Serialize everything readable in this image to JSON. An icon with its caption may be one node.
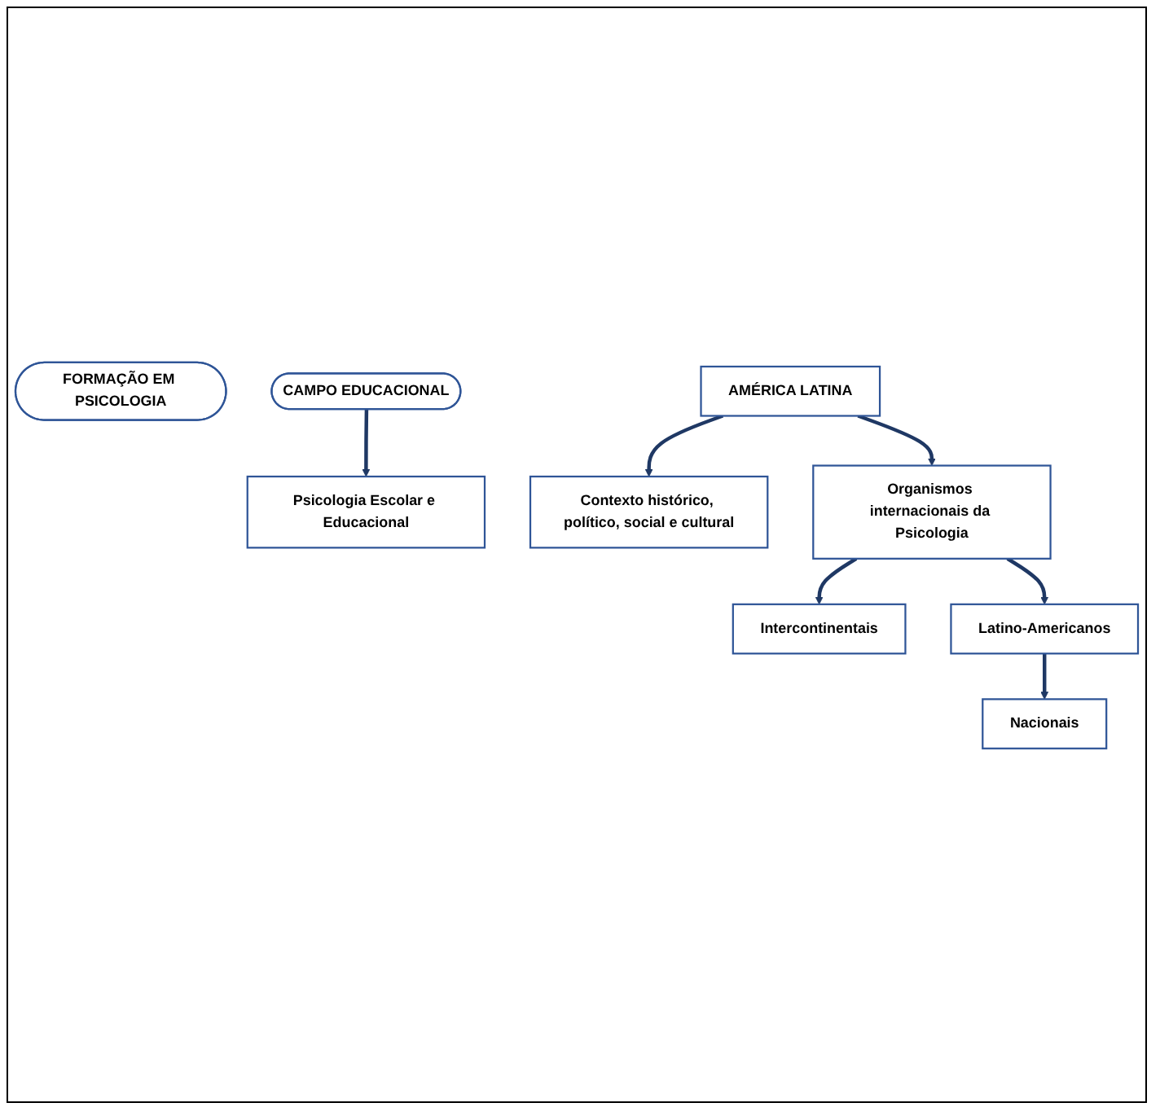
{
  "diagram": {
    "nodes": [
      {
        "text": [
          "FORMAÇÃO EM PSICOLOGIA"
        ]
      },
      {
        "text": [
          "CAMPO EDUCACIONAL"
        ]
      },
      {
        "text": [
          "Psicologia Escolar e Educacional"
        ]
      },
      {
        "text": [
          "AMÉRICA LATINA"
        ]
      },
      {
        "text": [
          "Contexto histórico, político, social e cultural"
        ]
      },
      {
        "text": [
          "Organismos internacionais da Psicologia"
        ]
      },
      {
        "text": [
          "Intercontinentais"
        ]
      },
      {
        "text": [
          "Latino-Americanos"
        ]
      },
      {
        "text": [
          "Nacionais"
        ]
      }
    ],
    "edges": [
      {
        "from": 1,
        "to": 2,
        "arrow": "to"
      },
      {
        "from": 3,
        "to": 4,
        "arrow": "to"
      },
      {
        "from": 3,
        "to": 5,
        "arrow": "to"
      },
      {
        "from": 5,
        "to": 6,
        "arrow": "to"
      },
      {
        "from": 5,
        "to": 7,
        "arrow": "to"
      },
      {
        "from": 7,
        "to": 8,
        "arrow": "to"
      }
    ]
  }
}
